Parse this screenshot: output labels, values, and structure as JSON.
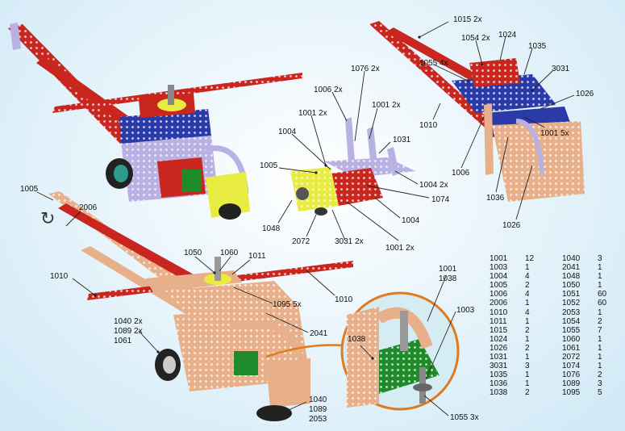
{
  "colors": {
    "red": "#c8261f",
    "blue": "#2a3aa8",
    "yellow": "#e8ec40",
    "lilac": "#b9b1e3",
    "copper": "#e8b08a",
    "green": "#1e8a2a",
    "orange_line": "#e07a20",
    "background": "#cfe9f6"
  },
  "labels": {
    "top_right": [
      "1015 2x",
      "1054 2x",
      "1024",
      "1055  4x",
      "1035",
      "3031",
      "1026",
      "1010",
      "1001 5x",
      "1006",
      "1036",
      "1026"
    ],
    "middle": [
      "1076 2x",
      "1006 2x",
      "1001 2x",
      "1001 2x",
      "1031",
      "1004",
      "1005",
      "1004 2x",
      "1074",
      "1048",
      "2072",
      "3031 2x",
      "1004",
      "1001 2x"
    ],
    "bottom": [
      "1005",
      "2006",
      "1050",
      "1060",
      "1011",
      "1010",
      "1010",
      "1095 5x",
      "2041",
      "1040 2x",
      "1089 2x",
      "1061",
      "1040",
      "1089",
      "2053"
    ],
    "detail": [
      "1001",
      "1038",
      "1003",
      "1038",
      "1055 3x"
    ]
  },
  "parts_list": {
    "left": [
      {
        "part": "1001",
        "qty": "12"
      },
      {
        "part": "1003",
        "qty": "1"
      },
      {
        "part": "1004",
        "qty": "4"
      },
      {
        "part": "1005",
        "qty": "2"
      },
      {
        "part": "1006",
        "qty": "4"
      },
      {
        "part": "2006",
        "qty": "1"
      },
      {
        "part": "1010",
        "qty": "4"
      },
      {
        "part": "1011",
        "qty": "1"
      },
      {
        "part": "1015",
        "qty": "2"
      },
      {
        "part": "1024",
        "qty": "1"
      },
      {
        "part": "1026",
        "qty": "2"
      },
      {
        "part": "1031",
        "qty": "1"
      },
      {
        "part": "3031",
        "qty": "3"
      },
      {
        "part": "1035",
        "qty": "1"
      },
      {
        "part": "1036",
        "qty": "1"
      },
      {
        "part": "1038",
        "qty": "2"
      }
    ],
    "right": [
      {
        "part": "1040",
        "qty": "3"
      },
      {
        "part": "2041",
        "qty": "1"
      },
      {
        "part": "1048",
        "qty": "1"
      },
      {
        "part": "1050",
        "qty": "1"
      },
      {
        "part": "1051",
        "qty": "60"
      },
      {
        "part": "1052",
        "qty": "60"
      },
      {
        "part": "2053",
        "qty": "1"
      },
      {
        "part": "1054",
        "qty": "2"
      },
      {
        "part": "1055",
        "qty": "7"
      },
      {
        "part": "1060",
        "qty": "1"
      },
      {
        "part": "1061",
        "qty": "1"
      },
      {
        "part": "2072",
        "qty": "1"
      },
      {
        "part": "1074",
        "qty": "1"
      },
      {
        "part": "1076",
        "qty": "2"
      },
      {
        "part": "1089",
        "qty": "3"
      },
      {
        "part": "1095",
        "qty": "5"
      }
    ]
  }
}
